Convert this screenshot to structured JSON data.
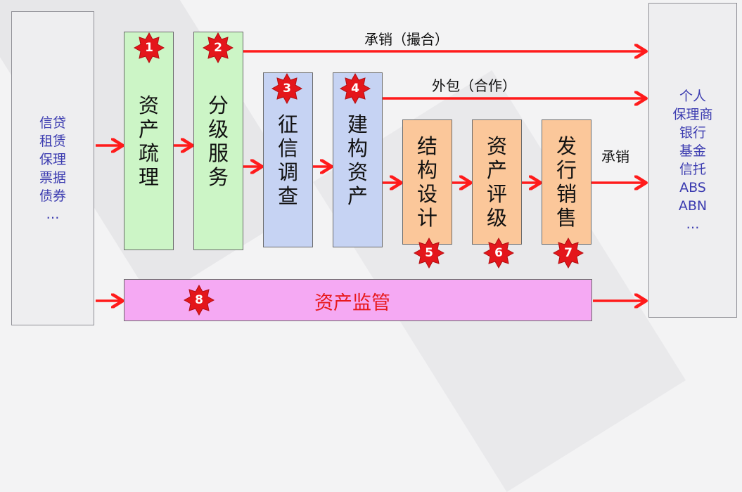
{
  "left_box": {
    "lines": [
      "信贷",
      "租赁",
      "保理",
      "票据",
      "债券",
      "…"
    ]
  },
  "right_box": {
    "lines": [
      "个人",
      "保理商",
      "银行",
      "基金",
      "信托",
      "ABS",
      "ABN",
      "…"
    ]
  },
  "steps": {
    "s1": {
      "badge": "1",
      "chars": [
        "资",
        "产",
        "疏",
        "理"
      ]
    },
    "s2": {
      "badge": "2",
      "chars": [
        "分",
        "级",
        "服",
        "务"
      ]
    },
    "s3": {
      "badge": "3",
      "chars": [
        "征",
        "信",
        "调",
        "查"
      ]
    },
    "s4": {
      "badge": "4",
      "chars": [
        "建",
        "构",
        "资",
        "产"
      ]
    },
    "s5": {
      "badge": "5",
      "chars": [
        "结",
        "构",
        "设",
        "计"
      ]
    },
    "s6": {
      "badge": "6",
      "chars": [
        "资",
        "产",
        "评",
        "级"
      ]
    },
    "s7": {
      "badge": "7",
      "chars": [
        "发",
        "行",
        "销",
        "售"
      ]
    }
  },
  "monitor": {
    "badge": "8",
    "label": "资产监管"
  },
  "flow_labels": {
    "underwriting_matching": "承销（撮合）",
    "outsourcing": "外包（合作）",
    "underwriting": "承销"
  },
  "colors": {
    "arrow": "#ff1b1b",
    "badge_fill": "#e4161b",
    "green": "#ccf5c6",
    "blue": "#c6d3f3",
    "orange": "#fbc79a",
    "pink": "#f5a9f3",
    "side_text": "#3b3bb0",
    "monitor_text": "#e8191c"
  }
}
